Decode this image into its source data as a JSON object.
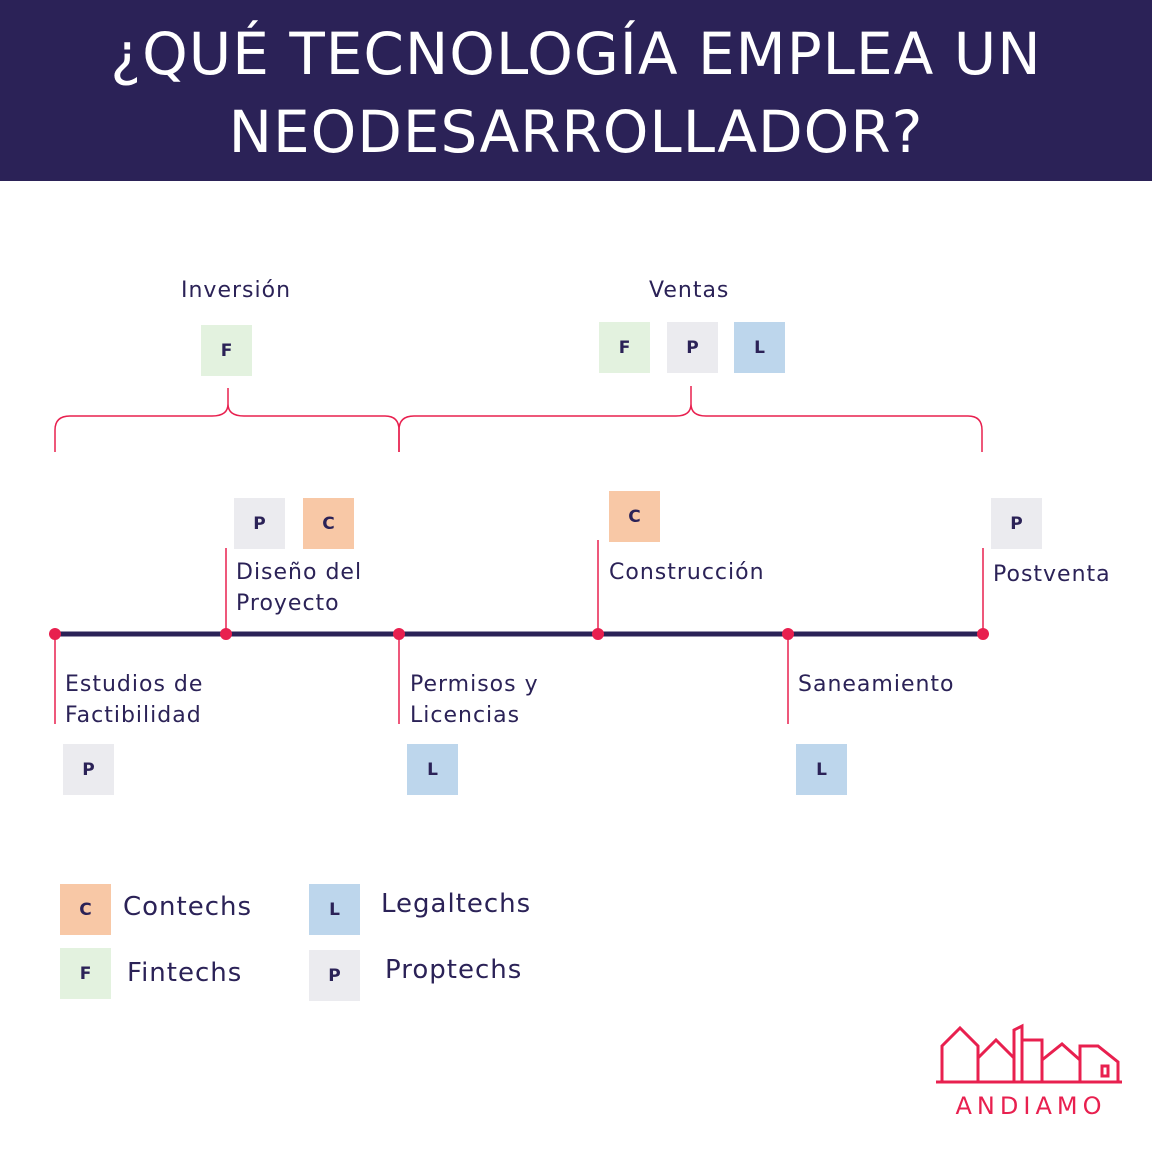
{
  "header": {
    "line1": "¿QUÉ TECNOLOGÍA EMPLEA UN",
    "line2": "NEODESARROLLADOR?"
  },
  "phases": {
    "inversion": {
      "label": "Inversión",
      "badges": [
        "F"
      ]
    },
    "ventas": {
      "label": "Ventas",
      "badges": [
        "F",
        "P",
        "L"
      ]
    }
  },
  "stages": [
    {
      "id": "estudios",
      "line1": "Estudios de",
      "line2": "Factibilidad",
      "badges": [
        "P"
      ]
    },
    {
      "id": "diseno",
      "line1": "Diseño del",
      "line2": "Proyecto",
      "badges": [
        "P",
        "C"
      ]
    },
    {
      "id": "permisos",
      "line1": "Permisos y",
      "line2": "Licencias",
      "badges": [
        "L"
      ]
    },
    {
      "id": "construccion",
      "line1": "Construcción",
      "line2": "",
      "badges": [
        "C"
      ]
    },
    {
      "id": "saneamiento",
      "line1": "Saneamiento",
      "line2": "",
      "badges": [
        "L"
      ]
    },
    {
      "id": "postventa",
      "line1": "Postventa",
      "line2": "",
      "badges": [
        "P"
      ]
    }
  ],
  "legend": [
    {
      "letter": "C",
      "label": "Contechs"
    },
    {
      "letter": "L",
      "label": "Legaltechs"
    },
    {
      "letter": "F",
      "label": "Fintechs"
    },
    {
      "letter": "P",
      "label": "Proptechs"
    }
  ],
  "brand": {
    "name": "ANDIAMO"
  },
  "colors": {
    "navy": "#2b2257",
    "accent": "#e8204f",
    "fintech": "#e3f2df",
    "proptech": "#ebebef",
    "legaltech": "#bdd6ec",
    "contech": "#f8c8a6"
  }
}
